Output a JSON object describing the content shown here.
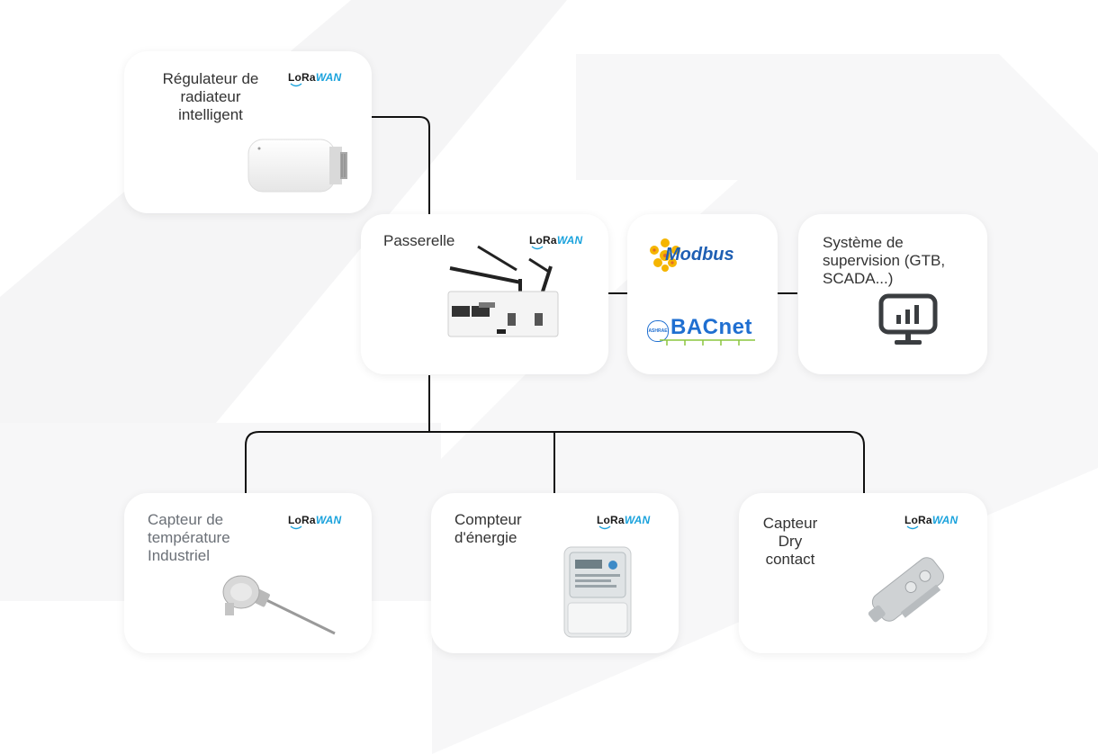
{
  "colors": {
    "lora_accent": "#1aa2dc",
    "modbus_text": "#1f5fb3",
    "modbus_mark": "#f5b500",
    "bacnet_text": "#1f6fd1",
    "bacnet_net": "#8cc63f",
    "line": "#111111",
    "background_shape": "#f4f4f5"
  },
  "lora_badge": {
    "part1": "LoRa",
    "part2": "WAN"
  },
  "nodes": {
    "radiator": {
      "label": "Régulateur de\nradiateur\nintelligent",
      "icon": "radiator-valve"
    },
    "gateway": {
      "label": "Passerelle",
      "icon": "gateway-router"
    },
    "protocols": {
      "modbus": "Modbus",
      "bacnet": "BACnet",
      "ashrae": "ASHRAE"
    },
    "supervision": {
      "label": "Système de\nsupervision (GTB,\nSCADA...)",
      "icon": "monitor-chart-icon"
    },
    "temperature": {
      "label": "Capteur de\ntempérature\nIndustriel",
      "icon": "temperature-probe"
    },
    "energy": {
      "label": "Compteur\nd'énergie",
      "icon": "energy-meter"
    },
    "drycontact": {
      "label": "Capteur\nDry\ncontact",
      "icon": "dry-contact-sensor"
    }
  }
}
